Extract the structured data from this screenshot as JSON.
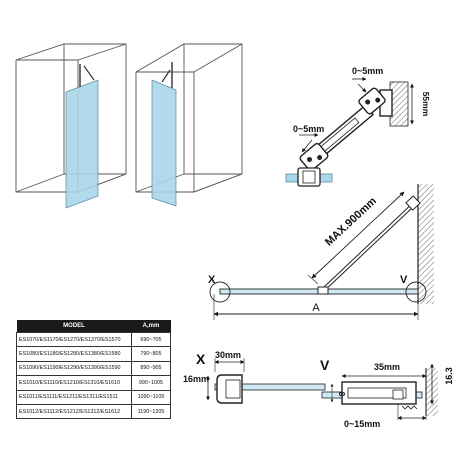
{
  "labels": {
    "gap_top": "0~5mm",
    "height_55": "55mm",
    "gap_mid": "0~5mm",
    "max_width": "MAX.900mm",
    "x": "X",
    "v": "V",
    "a": "A",
    "detail_x": "X",
    "detail_v": "V",
    "w30": "30mm",
    "w16": "16mm",
    "v8": "8",
    "w35": "35mm",
    "h16_3": "16.3",
    "gap_bottom": "0~15mm"
  },
  "table": {
    "headers": [
      "MODEL",
      "A,mm"
    ],
    "rows": [
      {
        "model": "ES1070/ES1170/ES1270/ES1370/ES1570",
        "a": "690~705"
      },
      {
        "model": "ES1080/ES1180/ES1280/ES1380/ES1580",
        "a": "790~805"
      },
      {
        "model": "ES1090/ES1190/ES1290/ES1390/ES1590",
        "a": "890~905"
      },
      {
        "model": "ES1010/ES1110/ES1210/ES1310/ES1610",
        "a": "990~1005"
      },
      {
        "model": "ES1011/ES1111/ES1211/ES1311/ES1511",
        "a": "1090~1105"
      },
      {
        "model": "ES1012/ES1112/ES1212/ES1312/ES1612",
        "a": "1190~1205"
      }
    ]
  },
  "colors": {
    "glass": "#a9d6ea",
    "line": "#222222",
    "accent": "#cfe9f4"
  }
}
